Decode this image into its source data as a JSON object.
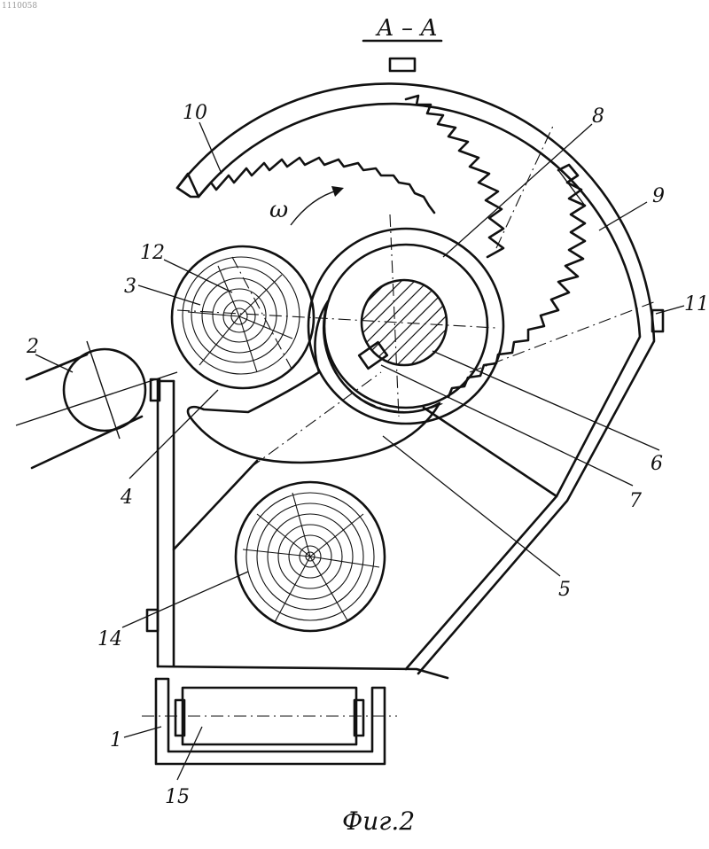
{
  "drawing": {
    "corner_mark": "1110058",
    "section_title": "А – А",
    "rotation_symbol": "ω",
    "figure_caption": "Фиг.2"
  },
  "callouts": {
    "c1": "1",
    "c2": "2",
    "c3": "3",
    "c4": "4",
    "c5": "5",
    "c6": "6",
    "c7": "7",
    "c8": "8",
    "c9": "9",
    "c10": "10",
    "c11": "11",
    "c12": "12",
    "c14": "14",
    "c15": "15"
  }
}
